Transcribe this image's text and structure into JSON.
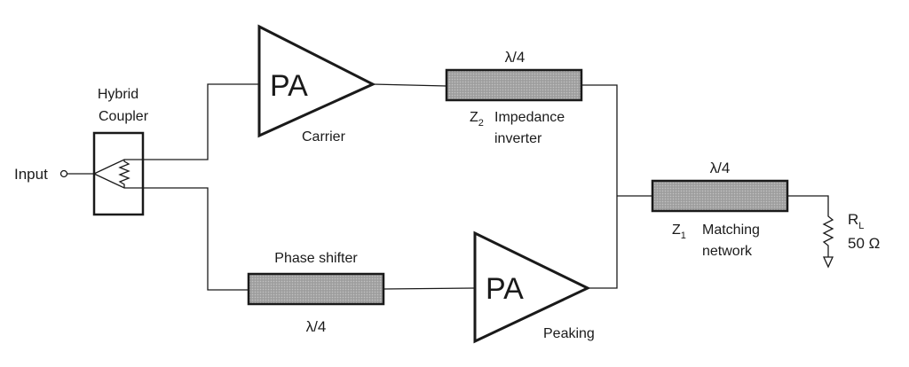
{
  "labels": {
    "input": "Input",
    "hybrid_coupler_line1": "Hybrid",
    "hybrid_coupler_line2": "Coupler",
    "pa_top": "PA",
    "carrier": "Carrier",
    "tl_top_lambda": "λ/4",
    "z2": "Z",
    "z2_sub": "2",
    "impedance_inverter_line1": "Impedance",
    "impedance_inverter_line2": "inverter",
    "phase_shifter": "Phase shifter",
    "tl_bottom_lambda": "λ/4",
    "pa_bottom": "PA",
    "peaking": "Peaking",
    "tl_right_lambda": "λ/4",
    "z1": "Z",
    "z1_sub": "1",
    "matching_network_line1": "Matching",
    "matching_network_line2": "network",
    "rl": "R",
    "rl_sub": "L",
    "rl_value": "50 Ω"
  },
  "colors": {
    "line": "#1a1a1a",
    "tline_fill": "#a6a6a6",
    "background": "#ffffff"
  },
  "icons": [
    "resistor-icon",
    "ground-icon",
    "hybrid-coupler-icon",
    "amplifier-icon",
    "transmission-line-icon"
  ]
}
